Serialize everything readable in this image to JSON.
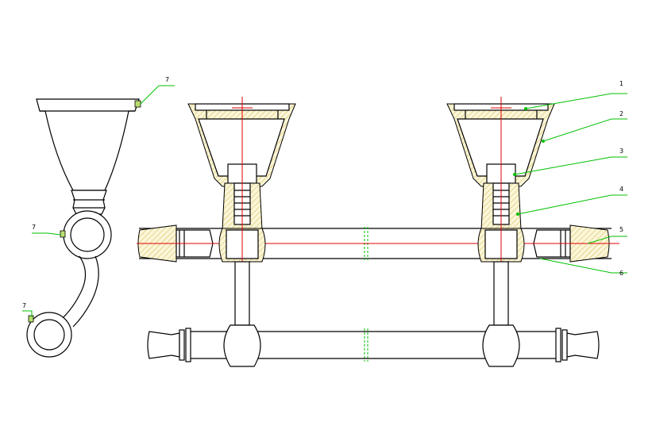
{
  "callouts": {
    "c1": "1",
    "c2": "2",
    "c3": "3",
    "c4": "4",
    "c5": "5",
    "c6": "6",
    "c7a": "7",
    "c7b": "7",
    "c7c": "7"
  },
  "colors": {
    "outline": "#000000",
    "centerline": "#e00000",
    "leader": "#00c000",
    "hatch": "#d8c060"
  }
}
